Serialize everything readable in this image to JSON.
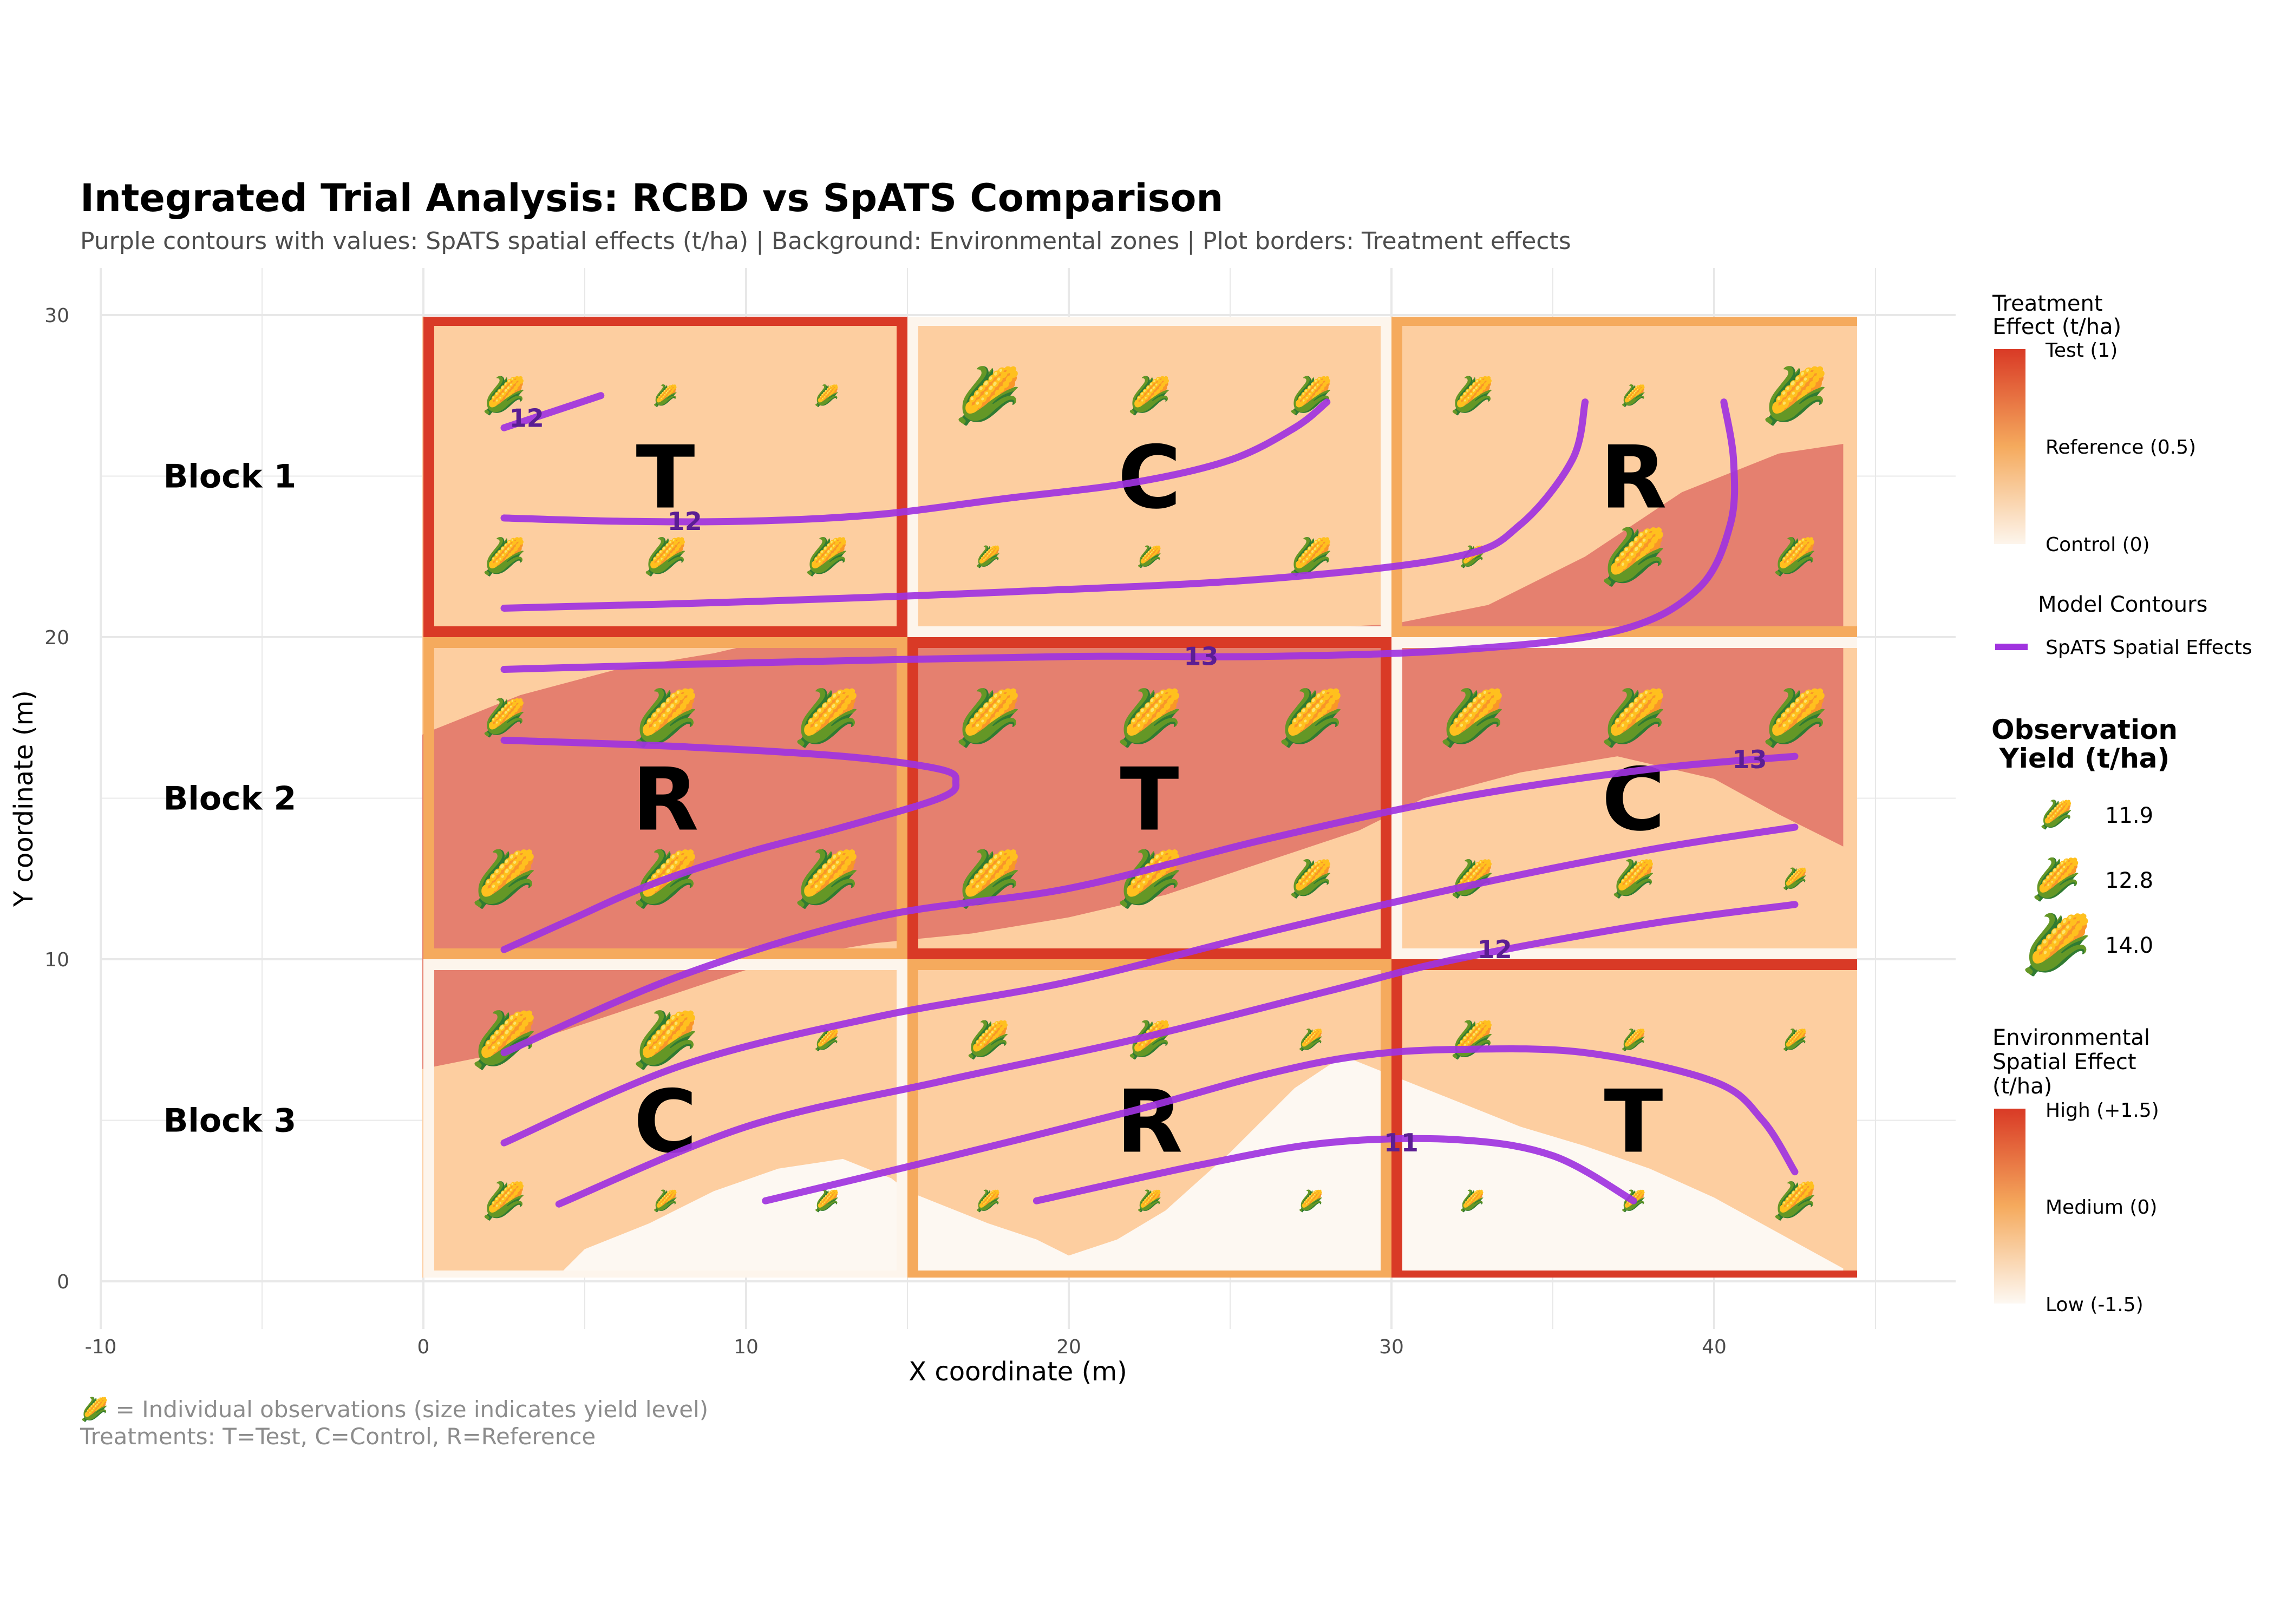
{
  "title": "Integrated Trial Analysis: RCBD vs SpATS Comparison",
  "subtitle": "Purple contours with values: SpATS spatial effects (t/ha) | Background: Environmental zones | Plot borders: Treatment effects",
  "caption_line1": "🌽 = Individual observations (size indicates yield level)",
  "caption_line2": "Treatments: T=Test, C=Control, R=Reference",
  "colors": {
    "contour": "#a033df",
    "contour_label": "#5b1e93",
    "high": "#e5806f",
    "medium": "#fdcea0",
    "low": "#fdf8f2",
    "border_test": "#d93a26",
    "border_reference": "#f5aa5d",
    "border_control": "#fdf5ec",
    "grid": "#e8e8e8"
  },
  "chart_data": {
    "type": "heatmap",
    "xlabel": "X coordinate (m)",
    "ylabel": "Y coordinate (m)",
    "xlim": [
      -10,
      47.5
    ],
    "ylim": [
      -1.5,
      31.5
    ],
    "x_ticks": [
      -10,
      0,
      10,
      20,
      30,
      40
    ],
    "y_ticks": [
      0,
      10,
      20,
      30
    ],
    "blocks": [
      {
        "label": "Block 1",
        "y": 25
      },
      {
        "label": "Block 2",
        "y": 15
      },
      {
        "label": "Block 3",
        "y": 5
      }
    ],
    "plots": [
      {
        "block": 1,
        "treatment": "T",
        "effect": 1,
        "x": [
          0,
          15
        ],
        "y": [
          20,
          30
        ]
      },
      {
        "block": 1,
        "treatment": "C",
        "effect": 0,
        "x": [
          15,
          30
        ],
        "y": [
          20,
          30
        ]
      },
      {
        "block": 1,
        "treatment": "R",
        "effect": 0.5,
        "x": [
          30,
          45
        ],
        "y": [
          20,
          30
        ]
      },
      {
        "block": 2,
        "treatment": "R",
        "effect": 0.5,
        "x": [
          0,
          15
        ],
        "y": [
          10,
          20
        ]
      },
      {
        "block": 2,
        "treatment": "T",
        "effect": 1,
        "x": [
          15,
          30
        ],
        "y": [
          10,
          20
        ]
      },
      {
        "block": 2,
        "treatment": "C",
        "effect": 0,
        "x": [
          30,
          45
        ],
        "y": [
          10,
          20
        ]
      },
      {
        "block": 3,
        "treatment": "C",
        "effect": 0,
        "x": [
          0,
          15
        ],
        "y": [
          0,
          10
        ]
      },
      {
        "block": 3,
        "treatment": "R",
        "effect": 0.5,
        "x": [
          15,
          30
        ],
        "y": [
          0,
          10
        ]
      },
      {
        "block": 3,
        "treatment": "T",
        "effect": 1,
        "x": [
          30,
          45
        ],
        "y": [
          0,
          10
        ]
      }
    ],
    "high_zone_boundary": [
      [
        -0.5,
        6.5
      ],
      [
        2,
        7
      ],
      [
        5,
        8
      ],
      [
        8,
        9
      ],
      [
        11,
        10
      ],
      [
        14,
        10.5
      ],
      [
        17,
        10.8
      ],
      [
        20,
        11.3
      ],
      [
        23,
        12
      ],
      [
        26,
        13
      ],
      [
        29,
        14
      ],
      [
        31,
        15
      ],
      [
        34,
        15.8
      ],
      [
        37,
        16.3
      ],
      [
        40,
        15.6
      ],
      [
        42,
        14.5
      ],
      [
        44,
        13.5
      ],
      [
        44,
        26
      ],
      [
        42,
        25.7
      ],
      [
        39,
        24.5
      ],
      [
        36,
        22.5
      ],
      [
        33,
        21
      ],
      [
        30,
        20.4
      ],
      [
        26,
        20.2
      ],
      [
        20,
        20.2
      ],
      [
        15,
        20.3
      ],
      [
        12,
        20.2
      ],
      [
        9,
        19.5
      ],
      [
        6,
        19
      ],
      [
        3,
        18.2
      ],
      [
        0,
        17
      ],
      [
        -0.5,
        16.5
      ]
    ],
    "low_zone_boundary": [
      [
        4,
        0
      ],
      [
        5,
        1
      ],
      [
        7,
        1.8
      ],
      [
        9,
        2.8
      ],
      [
        11,
        3.5
      ],
      [
        13,
        3.8
      ],
      [
        14.5,
        3.2
      ],
      [
        15,
        2.8
      ],
      [
        16,
        2.4
      ],
      [
        17.5,
        1.8
      ],
      [
        19,
        1.3
      ],
      [
        20,
        0.8
      ],
      [
        21.5,
        1.3
      ],
      [
        23,
        2.2
      ],
      [
        25,
        4
      ],
      [
        27,
        6
      ],
      [
        28.5,
        7
      ],
      [
        30,
        6.4
      ],
      [
        32,
        5.6
      ],
      [
        34,
        4.8
      ],
      [
        36,
        4.2
      ],
      [
        38,
        3.5
      ],
      [
        40,
        2.6
      ],
      [
        42,
        1.5
      ],
      [
        44,
        0.4
      ],
      [
        44,
        0
      ]
    ],
    "spats_contours": [
      {
        "level": 12,
        "points": [
          [
            2.5,
            26.5
          ],
          [
            4,
            27
          ],
          [
            5.5,
            27.5
          ]
        ]
      },
      {
        "level": 12,
        "points": [
          [
            2.5,
            23.7
          ],
          [
            6,
            23.6
          ],
          [
            10,
            23.6
          ],
          [
            14,
            23.8
          ],
          [
            18,
            24.3
          ],
          [
            22,
            24.8
          ],
          [
            25,
            25.5
          ],
          [
            27,
            26.5
          ],
          [
            28,
            27.3
          ]
        ]
      },
      {
        "level": 12,
        "points": [
          [
            2.5,
            20.9
          ],
          [
            10,
            21.1
          ],
          [
            18,
            21.4
          ],
          [
            26,
            21.8
          ],
          [
            32,
            22.5
          ],
          [
            34,
            23.5
          ],
          [
            35.6,
            25.5
          ],
          [
            36,
            27.3
          ]
        ]
      },
      {
        "level": 13,
        "points": [
          [
            2.5,
            19
          ],
          [
            10,
            19.2
          ],
          [
            20,
            19.4
          ],
          [
            26,
            19.4
          ],
          [
            32,
            19.6
          ],
          [
            37,
            20.2
          ],
          [
            39.5,
            21.5
          ],
          [
            40.5,
            23.5
          ],
          [
            40.6,
            25.5
          ],
          [
            40.3,
            27.3
          ]
        ]
      },
      {
        "level": 13,
        "points": [
          [
            2.5,
            16.8
          ],
          [
            8,
            16.6
          ],
          [
            13,
            16.3
          ],
          [
            16,
            15.9
          ],
          [
            16.5,
            15.5
          ],
          [
            16,
            15
          ],
          [
            13,
            14.1
          ],
          [
            10,
            13.3
          ],
          [
            7,
            12.3
          ],
          [
            4.5,
            11.2
          ],
          [
            2.5,
            10.3
          ]
        ]
      },
      {
        "level": 13,
        "points": [
          [
            2.5,
            7.1
          ],
          [
            8,
            9.5
          ],
          [
            14,
            11.3
          ],
          [
            20,
            12.2
          ],
          [
            26,
            13.7
          ],
          [
            32,
            15
          ],
          [
            38,
            15.9
          ],
          [
            42.5,
            16.3
          ]
        ]
      },
      {
        "level": 12,
        "points": [
          [
            2.5,
            4.3
          ],
          [
            8,
            6.7
          ],
          [
            14,
            8.2
          ],
          [
            20,
            9.3
          ],
          [
            26,
            10.8
          ],
          [
            32,
            12.2
          ],
          [
            38,
            13.4
          ],
          [
            42.5,
            14.1
          ]
        ]
      },
      {
        "level": 12,
        "points": [
          [
            4.2,
            2.4
          ],
          [
            10,
            4.8
          ],
          [
            16,
            6.2
          ],
          [
            22,
            7.5
          ],
          [
            28,
            9
          ],
          [
            32,
            10
          ],
          [
            38,
            11.1
          ],
          [
            42.5,
            11.7
          ]
        ]
      },
      {
        "level": 11,
        "points": [
          [
            10.6,
            2.5
          ],
          [
            16,
            3.8
          ],
          [
            22,
            5.3
          ],
          [
            26,
            6.4
          ],
          [
            29,
            7
          ],
          [
            32,
            7.2
          ],
          [
            36,
            7.1
          ],
          [
            40,
            6.2
          ],
          [
            41.5,
            5
          ],
          [
            42.5,
            3.4
          ]
        ]
      },
      {
        "level": 11,
        "points": [
          [
            19,
            2.5
          ],
          [
            24,
            3.6
          ],
          [
            28,
            4.3
          ],
          [
            32,
            4.4
          ],
          [
            35,
            3.9
          ],
          [
            37.5,
            2.5
          ]
        ]
      }
    ],
    "contour_labels": [
      {
        "text": "12",
        "x": 3.2,
        "y": 26.8
      },
      {
        "text": "12",
        "x": 8.1,
        "y": 23.6
      },
      {
        "text": "13",
        "x": 24.1,
        "y": 19.4
      },
      {
        "text": "13",
        "x": 41.1,
        "y": 16.2
      },
      {
        "text": "12",
        "x": 33.2,
        "y": 10.3
      },
      {
        "text": "11",
        "x": 30.3,
        "y": 4.3
      }
    ],
    "observations": [
      {
        "x": 2.5,
        "y": 27.5,
        "yield": 12.8
      },
      {
        "x": 7.5,
        "y": 27.5,
        "yield": 11.9
      },
      {
        "x": 12.5,
        "y": 27.5,
        "yield": 11.9
      },
      {
        "x": 17.5,
        "y": 27.5,
        "yield": 14.0
      },
      {
        "x": 22.5,
        "y": 27.5,
        "yield": 12.8
      },
      {
        "x": 27.5,
        "y": 27.5,
        "yield": 12.8
      },
      {
        "x": 32.5,
        "y": 27.5,
        "yield": 12.8
      },
      {
        "x": 37.5,
        "y": 27.5,
        "yield": 11.9
      },
      {
        "x": 42.5,
        "y": 27.5,
        "yield": 14.0
      },
      {
        "x": 2.5,
        "y": 22.5,
        "yield": 12.8
      },
      {
        "x": 7.5,
        "y": 22.5,
        "yield": 12.8
      },
      {
        "x": 12.5,
        "y": 22.5,
        "yield": 12.8
      },
      {
        "x": 17.5,
        "y": 22.5,
        "yield": 11.9
      },
      {
        "x": 22.5,
        "y": 22.5,
        "yield": 11.9
      },
      {
        "x": 27.5,
        "y": 22.5,
        "yield": 12.8
      },
      {
        "x": 32.5,
        "y": 22.5,
        "yield": 11.9
      },
      {
        "x": 37.5,
        "y": 22.5,
        "yield": 14.0
      },
      {
        "x": 42.5,
        "y": 22.5,
        "yield": 12.8
      },
      {
        "x": 2.5,
        "y": 17.5,
        "yield": 12.8
      },
      {
        "x": 7.5,
        "y": 17.5,
        "yield": 14.0
      },
      {
        "x": 12.5,
        "y": 17.5,
        "yield": 14.0
      },
      {
        "x": 17.5,
        "y": 17.5,
        "yield": 14.0
      },
      {
        "x": 22.5,
        "y": 17.5,
        "yield": 14.0
      },
      {
        "x": 27.5,
        "y": 17.5,
        "yield": 14.0
      },
      {
        "x": 32.5,
        "y": 17.5,
        "yield": 14.0
      },
      {
        "x": 37.5,
        "y": 17.5,
        "yield": 14.0
      },
      {
        "x": 42.5,
        "y": 17.5,
        "yield": 14.0
      },
      {
        "x": 2.5,
        "y": 12.5,
        "yield": 14.0
      },
      {
        "x": 7.5,
        "y": 12.5,
        "yield": 14.0
      },
      {
        "x": 12.5,
        "y": 12.5,
        "yield": 14.0
      },
      {
        "x": 17.5,
        "y": 12.5,
        "yield": 14.0
      },
      {
        "x": 22.5,
        "y": 12.5,
        "yield": 14.0
      },
      {
        "x": 27.5,
        "y": 12.5,
        "yield": 12.8
      },
      {
        "x": 32.5,
        "y": 12.5,
        "yield": 12.8
      },
      {
        "x": 37.5,
        "y": 12.5,
        "yield": 12.8
      },
      {
        "x": 42.5,
        "y": 12.5,
        "yield": 11.9
      },
      {
        "x": 2.5,
        "y": 7.5,
        "yield": 14.0
      },
      {
        "x": 7.5,
        "y": 7.5,
        "yield": 14.0
      },
      {
        "x": 12.5,
        "y": 7.5,
        "yield": 11.9
      },
      {
        "x": 17.5,
        "y": 7.5,
        "yield": 12.8
      },
      {
        "x": 22.5,
        "y": 7.5,
        "yield": 12.8
      },
      {
        "x": 27.5,
        "y": 7.5,
        "yield": 11.9
      },
      {
        "x": 32.5,
        "y": 7.5,
        "yield": 12.8
      },
      {
        "x": 37.5,
        "y": 7.5,
        "yield": 11.9
      },
      {
        "x": 42.5,
        "y": 7.5,
        "yield": 11.9
      },
      {
        "x": 2.5,
        "y": 2.5,
        "yield": 12.8
      },
      {
        "x": 7.5,
        "y": 2.5,
        "yield": 11.9
      },
      {
        "x": 12.5,
        "y": 2.5,
        "yield": 11.9
      },
      {
        "x": 17.5,
        "y": 2.5,
        "yield": 11.9
      },
      {
        "x": 22.5,
        "y": 2.5,
        "yield": 11.9
      },
      {
        "x": 27.5,
        "y": 2.5,
        "yield": 11.9
      },
      {
        "x": 32.5,
        "y": 2.5,
        "yield": 11.9
      },
      {
        "x": 37.5,
        "y": 2.5,
        "yield": 11.9
      },
      {
        "x": 42.5,
        "y": 2.5,
        "yield": 12.8
      }
    ],
    "observation_symbol": "🌽",
    "legends": {
      "treatment": {
        "title_line1": "Treatment",
        "title_line2": "Effect (t/ha)",
        "labels": [
          "Test (1)",
          "Reference (0.5)",
          "Control (0)"
        ]
      },
      "contours": {
        "title": "Model Contours",
        "entry": "SpATS Spatial Effects"
      },
      "observation": {
        "title_line1": "Observation",
        "title_line2": "Yield (t/ha)",
        "labels": [
          "11.9",
          "12.8",
          "14.0"
        ]
      },
      "environment": {
        "title_line1": "Environmental",
        "title_line2": "Spatial Effect",
        "title_line3": "(t/ha)",
        "labels": [
          "High (+1.5)",
          "Medium (0)",
          "Low (-1.5)"
        ]
      }
    }
  }
}
